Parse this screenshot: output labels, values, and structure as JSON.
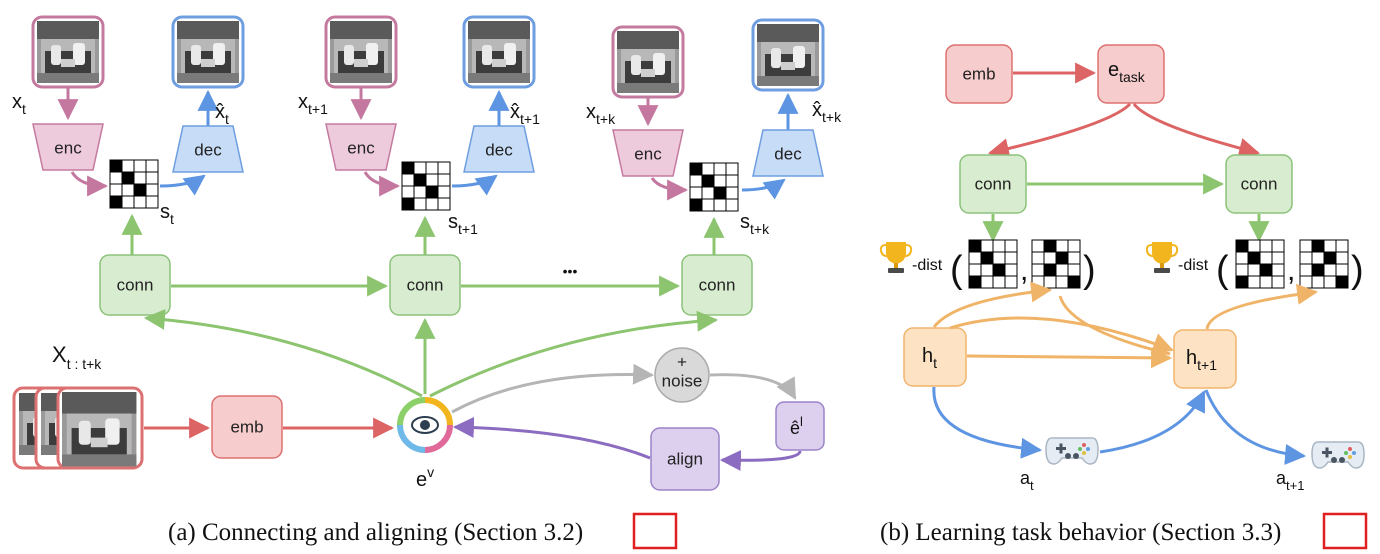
{
  "colors": {
    "enc_fill": "#eecbdc",
    "enc_stroke": "#c47a9f",
    "dec_fill": "#c7dcf6",
    "dec_stroke": "#6e9ee0",
    "conn_fill": "#d8ecd0",
    "conn_stroke": "#8cc27a",
    "emb_fill": "#f6cccc",
    "emb_stroke": "#dd7070",
    "h_fill": "#fde3c3",
    "h_stroke": "#f1b46d",
    "align_fill": "#ddd0ee",
    "align_stroke": "#9b83c8",
    "noise_fill": "#d9d9d9",
    "noise_stroke": "#aaaaaa",
    "arrow_pink": "#c478a0",
    "arrow_blue": "#5e95e2",
    "arrow_green": "#8cc46f",
    "arrow_red": "#dd6464",
    "arrow_orange": "#f0b468",
    "arrow_gray": "#b5b5b5",
    "arrow_purple": "#8c6cc0",
    "caption_ref": "#e02020"
  },
  "left": {
    "enc_label": "enc",
    "dec_label": "dec",
    "conn_label": "conn",
    "emb_label": "emb",
    "align_label": "align",
    "noise_plus": "+",
    "noise_label": "noise",
    "ellipsis": "•••",
    "inputs": [
      {
        "x": "x",
        "x_sub": "t",
        "xhat": "x̂",
        "xhat_sub": "t",
        "s": "s",
        "s_sub": "t"
      },
      {
        "x": "x",
        "x_sub": "t+1",
        "xhat": "x̂",
        "xhat_sub": "t+1",
        "s": "s",
        "s_sub": "t+1"
      },
      {
        "x": "x",
        "x_sub": "t+k",
        "xhat": "x̂",
        "xhat_sub": "t+k",
        "s": "s",
        "s_sub": "t+k"
      }
    ],
    "X_label": "X",
    "X_sub": "t : t+k",
    "ev": "e",
    "ev_sup": "v",
    "el": "ê",
    "el_sup": "l"
  },
  "right": {
    "emb_label": "emb",
    "etask": "e",
    "etask_sub": "task",
    "conn_label": "conn",
    "dist": "-dist",
    "paren_open": "(",
    "paren_close": ")",
    "comma": ",",
    "h1": "h",
    "h1_sub": "t",
    "h2": "h",
    "h2_sub": "t+1",
    "a1": "a",
    "a1_sub": "t",
    "a2": "a",
    "a2_sub": "t+1"
  },
  "captions": {
    "left_text": "(a) Connecting and aligning (Section ",
    "left_ref": "3.2",
    "left_end": ")",
    "right_text": "(b) Learning task behavior (Section ",
    "right_ref": "3.3",
    "right_end": ")"
  },
  "grids": {
    "g1": [
      [
        1,
        0,
        0,
        0
      ],
      [
        0,
        1,
        0,
        0
      ],
      [
        0,
        0,
        1,
        0
      ],
      [
        1,
        0,
        0,
        0
      ]
    ],
    "g2": [
      [
        0,
        1,
        0,
        0
      ],
      [
        0,
        0,
        1,
        0
      ],
      [
        0,
        1,
        0,
        0
      ],
      [
        0,
        0,
        0,
        1
      ]
    ]
  }
}
